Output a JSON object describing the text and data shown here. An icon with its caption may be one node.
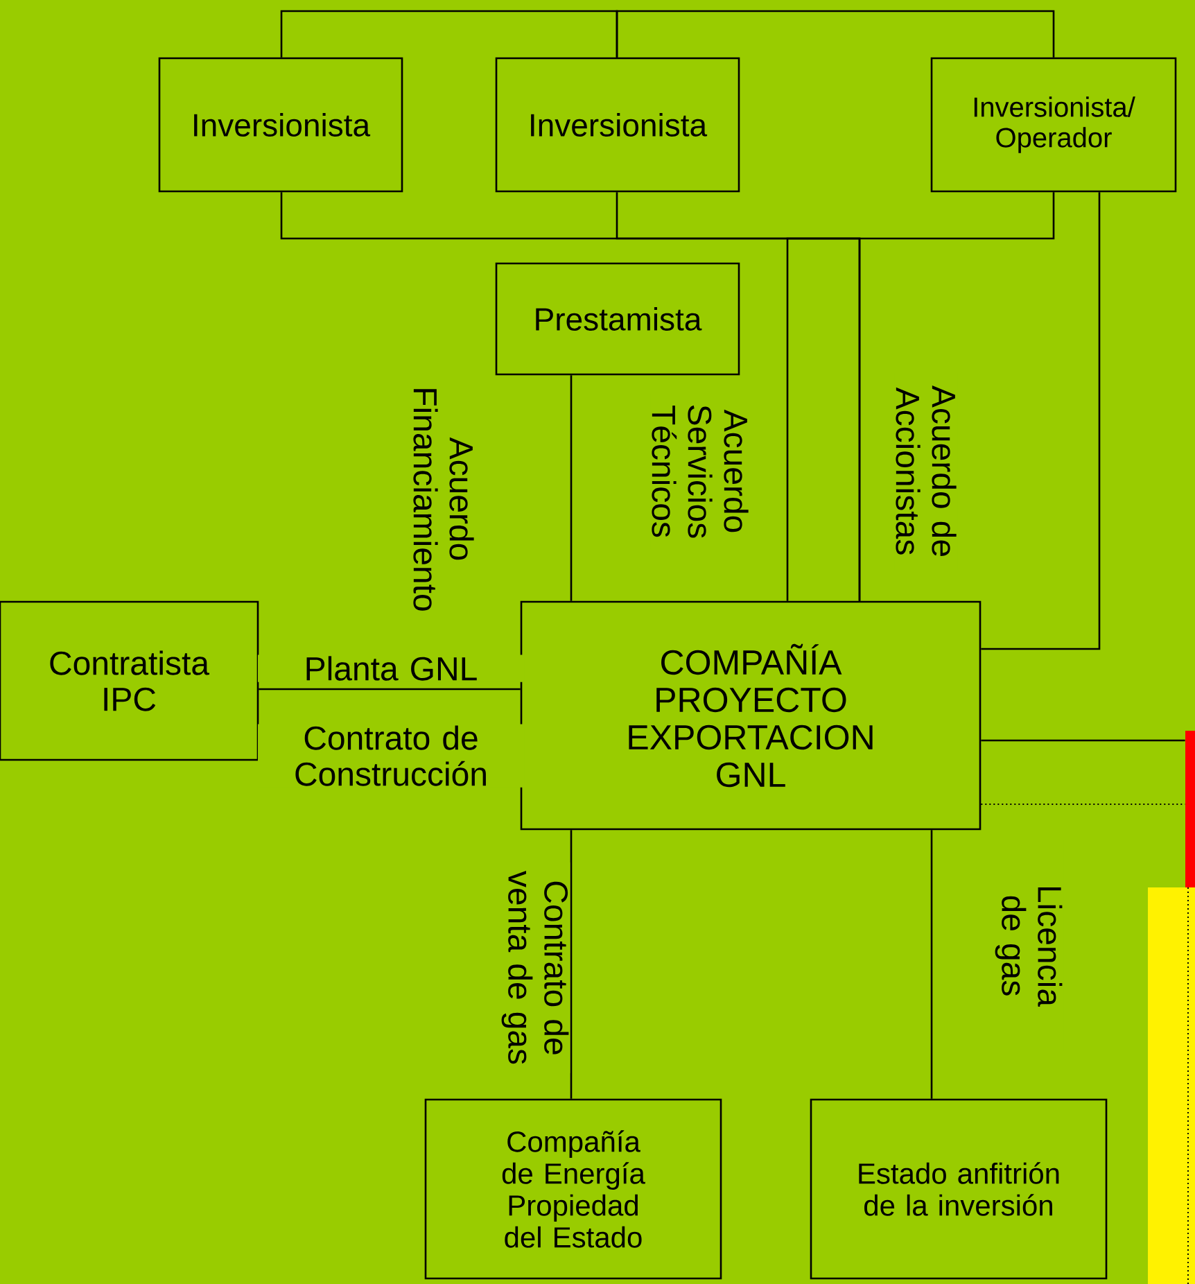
{
  "diagram": {
    "nodes": [
      {
        "text": [
          "Inversionista"
        ]
      },
      {
        "text": [
          "Inversionista"
        ]
      },
      {
        "text": [
          "Inversionista/ Operador"
        ]
      },
      {
        "text": [
          "Prestamista"
        ]
      },
      {
        "text": [
          "Contratista IPC"
        ]
      },
      {
        "text": [
          "COMPAÑÍA PROYECTO EXPORTACION GNL"
        ]
      },
      {
        "text": [
          "Compañía de Energía Propiedad del Estado"
        ]
      },
      {
        "text": [
          "Estado anfitrión de la inversión"
        ]
      },
      {
        "text": [],
        "shape": "bar"
      },
      {
        "text": [],
        "shape": "bar"
      }
    ],
    "edges": [
      {
        "from": 0,
        "to": 1,
        "arrow": "none"
      },
      {
        "from": 1,
        "to": 2,
        "arrow": "none"
      },
      {
        "from": 0,
        "to": 5,
        "arrow": "none",
        "label": "Acuerdo de Accionistas"
      },
      {
        "from": 1,
        "to": 5,
        "arrow": "none"
      },
      {
        "from": 2,
        "to": 5,
        "arrow": "none",
        "label": "Acuerdo Servicios Técnicos"
      },
      {
        "from": 2,
        "to": 5,
        "arrow": "none"
      },
      {
        "from": 3,
        "to": 5,
        "arrow": "none",
        "label": "Acuerdo Financiamiento"
      },
      {
        "from": 4,
        "to": 5,
        "arrow": "none",
        "label": "Planta GNL"
      },
      {
        "from": 5,
        "to": 6,
        "arrow": "none",
        "label": "Contrato de venta de gas"
      },
      {
        "from": 5,
        "to": 7,
        "arrow": "none",
        "label": "Licencia de gas"
      },
      {
        "from": 5,
        "to": 8,
        "arrow": "none"
      },
      {
        "from": 5,
        "to": 8,
        "arrow": "none",
        "style": "dashed"
      }
    ],
    "labels": [
      "Contrato de Construcción"
    ]
  }
}
